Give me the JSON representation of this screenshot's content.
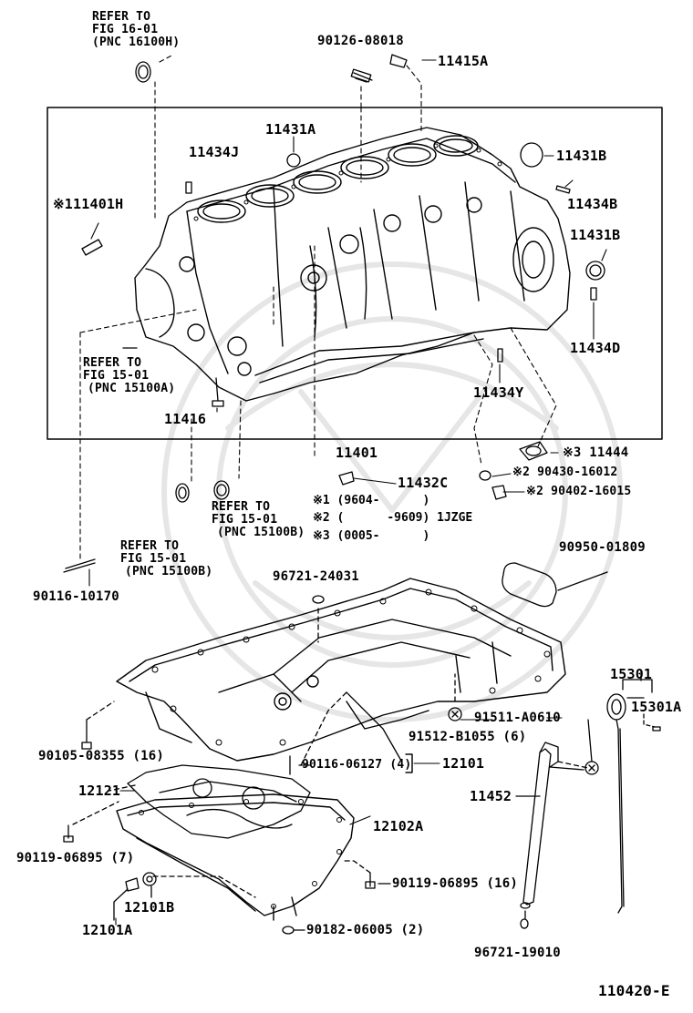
{
  "figure_id": "110420-E",
  "refs": {
    "fig16_l1": "REFER TO",
    "fig16_l2": "FIG 16-01",
    "fig16_l3": "(PNC 16100H)",
    "fig15a_l1": "REFER TO",
    "fig15a_l2": "FIG 15-01",
    "fig15a_l3": "(PNC 15100A)",
    "fig15b1_l1": "REFER TO",
    "fig15b1_l2": "FIG 15-01",
    "fig15b1_l3": "(PNC 15100B)",
    "fig15b2_l1": "REFER TO",
    "fig15b2_l2": "FIG 15-01",
    "fig15b2_l3": "(PNC 15100B)"
  },
  "notes": {
    "n1": "※1 (9604-      )",
    "n2": "※2 (      -9609) 1JZGE",
    "n3": "※3 (0005-      )"
  },
  "parts": {
    "p90126_08018": "90126-08018",
    "p11415A": "11415A",
    "p11431A": "11431A",
    "p11434J": "11434J",
    "p111401H": "※111401H",
    "p11431B_top": "11431B",
    "p11434B": "11434B",
    "p11431B_mid": "11431B",
    "p11434D": "11434D",
    "p11434Y": "11434Y",
    "p11416": "11416",
    "p11401": "11401",
    "p11444": "※3 11444",
    "p11432C": "11432C",
    "p90430_16012": "※2 90430-16012",
    "p90402_16015": "※2 90402-16015",
    "p90116_10170": "90116-10170",
    "p90950_01809": "90950-01809",
    "p96721_24031": "96721-24031",
    "p15301": "15301",
    "p15301A": "15301A",
    "p91511_A0610": "91511-A0610",
    "p91512_B1055": "91512-B1055 (6)",
    "p90105_08355": "90105-08355 (16)",
    "p90116_06127": "90116-06127 (4)",
    "p12101": "12101",
    "p12121": "12121",
    "p11452": "11452",
    "p12102A": "12102A",
    "p90119_06895_7": "90119-06895 (7)",
    "p90119_06895_16": "90119-06895 (16)",
    "p12101B": "12101B",
    "p12101A": "12101A",
    "p90182_06005": "90182-06005 (2)",
    "p96721_19010": "96721-19010"
  }
}
